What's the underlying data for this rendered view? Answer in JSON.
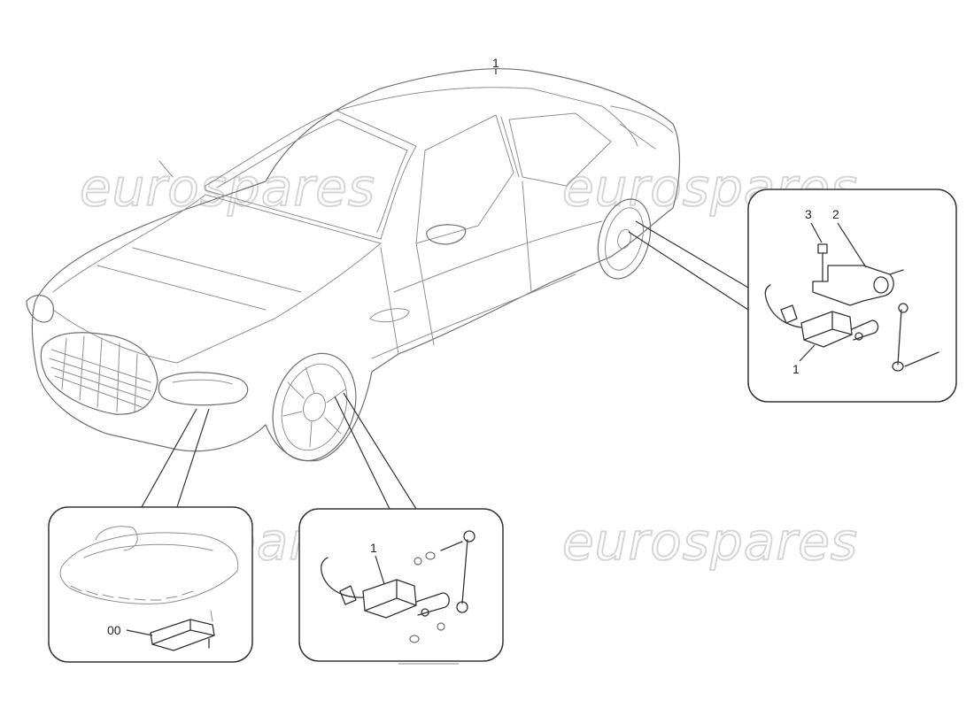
{
  "diagram": {
    "car_ref": "1",
    "watermark_text": "eurospares",
    "panels": [
      {
        "id": "right",
        "callouts": [
          "3",
          "2",
          "1"
        ]
      },
      {
        "id": "bottom-left",
        "callouts": [
          "00"
        ]
      },
      {
        "id": "bottom-middle",
        "callouts": [
          "1"
        ]
      }
    ]
  }
}
